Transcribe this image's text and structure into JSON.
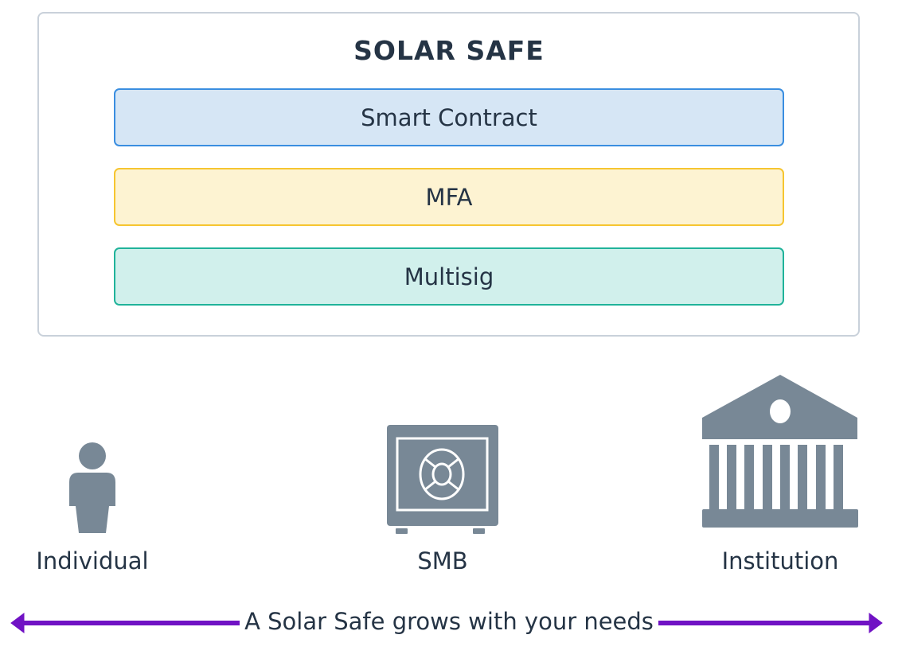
{
  "title": "SOLAR SAFE",
  "layers": [
    {
      "label": "Smart Contract",
      "fill": "#d6e6f5",
      "border": "#3a8ee0"
    },
    {
      "label": "MFA",
      "fill": "#fdf3d2",
      "border": "#f6c530"
    },
    {
      "label": "Multisig",
      "fill": "#d1f0ec",
      "border": "#20b39a"
    }
  ],
  "tiers": [
    {
      "label": "Individual",
      "icon": "person-icon"
    },
    {
      "label": "SMB",
      "icon": "safe-icon"
    },
    {
      "label": "Institution",
      "icon": "bank-icon"
    }
  ],
  "tagline": "A Solar Safe grows with your needs",
  "colors": {
    "icon": "#788896",
    "arrow": "#7012c4",
    "text": "#253445"
  }
}
